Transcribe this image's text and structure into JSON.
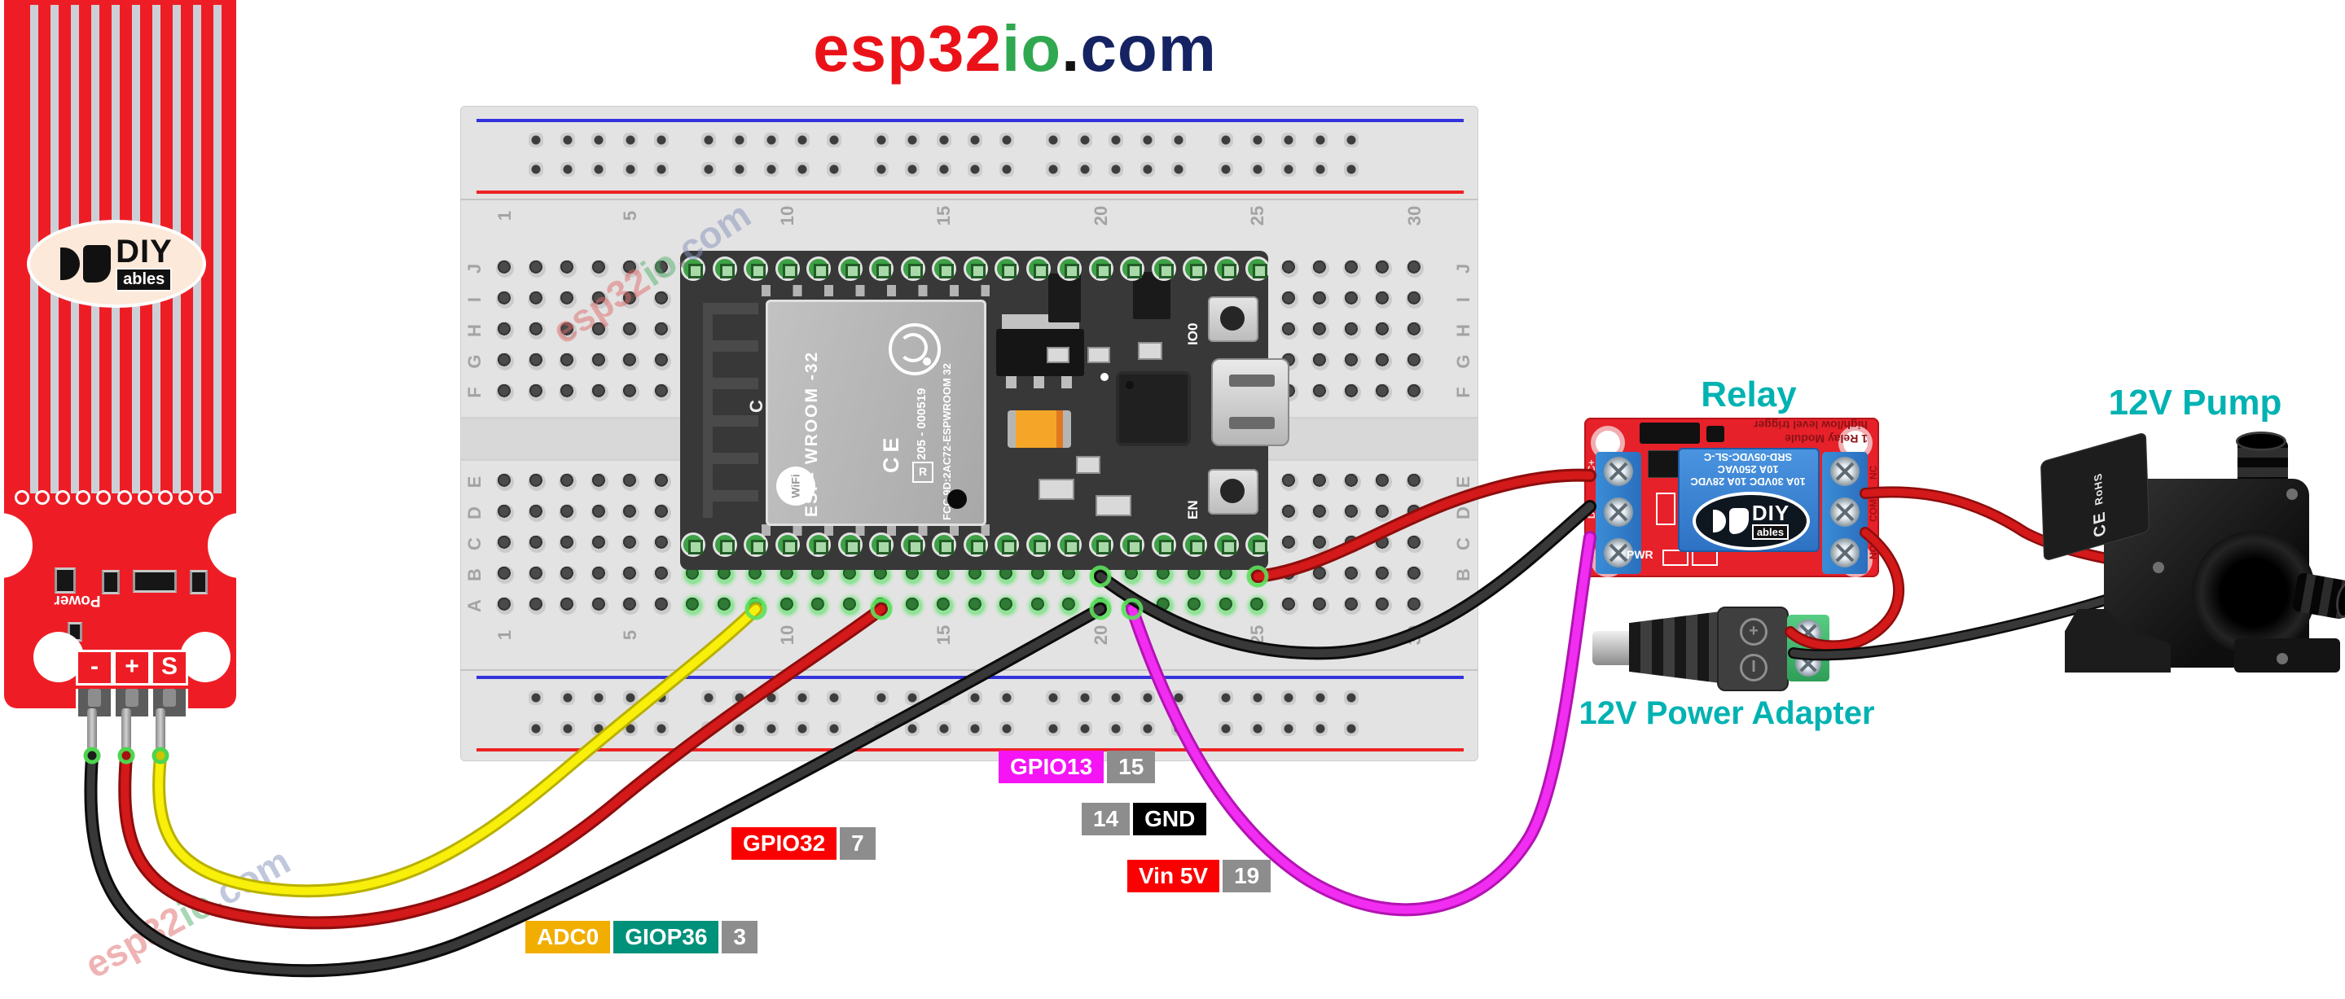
{
  "title": {
    "brand_red": "esp32",
    "brand_green": "io",
    "dot": ".",
    "domain": "com"
  },
  "watermark": {
    "brand_red": "esp32",
    "brand_green": "io",
    "dot": ".",
    "domain": "com"
  },
  "water_sensor": {
    "brand_top": "DIY",
    "brand_bottom": "ables",
    "power_label": "Power",
    "pins": [
      "-",
      "+",
      "S"
    ]
  },
  "breadboard": {
    "top_row_letters": [
      "J",
      "I",
      "H",
      "G",
      "F"
    ],
    "bottom_row_letters": [
      "E",
      "D",
      "C",
      "B",
      "A"
    ],
    "column_numbers": [
      "1",
      "5",
      "10",
      "15",
      "20",
      "25",
      "30"
    ]
  },
  "esp32_board": {
    "module_name": "ESP- WROOM -32",
    "wifi_badge": "WiFi",
    "ce_mark": "CE",
    "serial_number": "205 - 000519",
    "fcc_id": "FCC 9D:2AC72-ESPWROOM 32",
    "r_mark": "R",
    "antenna_label": "C",
    "boot_button": "IO0",
    "enable_button": "EN"
  },
  "relay_module": {
    "title": "Relay",
    "silk_line1": "1 Relay Module",
    "silk_line2": "high/low level trigger",
    "relay_cube_lines": [
      "SRD-05VDC-SL-C",
      "10A 250VAC",
      "10A 30VDC 10A 28VDC"
    ],
    "brand_top": "DIY",
    "brand_bottom": "ables",
    "input_terminals": [
      "DC+",
      "DC-",
      "IN"
    ],
    "output_terminals": [
      "NC",
      "COM",
      "NO"
    ],
    "pwr_label": "PWR"
  },
  "power_adapter": {
    "label": "12V Power Adapter",
    "plus_mark": "+",
    "on_mark": "I"
  },
  "pump": {
    "label": "12V Pump",
    "sticker_line1": "CE",
    "sticker_line2": "RoHS"
  },
  "pin_annotations": [
    {
      "id": "gpio13",
      "chips": [
        {
          "text": "GPIO13",
          "bg": "#f414f4",
          "fg": "#ffffff"
        },
        {
          "text": "15",
          "bg": "#8d8d8d",
          "fg": "#ffffff"
        }
      ]
    },
    {
      "id": "gnd14",
      "chips": [
        {
          "text": "14",
          "bg": "#8d8d8d",
          "fg": "#ffffff"
        },
        {
          "text": "GND",
          "bg": "#000000",
          "fg": "#ffffff"
        }
      ]
    },
    {
      "id": "gpio32",
      "chips": [
        {
          "text": "GPIO32",
          "bg": "#fb0000",
          "fg": "#ffffff"
        },
        {
          "text": "7",
          "bg": "#8d8d8d",
          "fg": "#ffffff"
        }
      ]
    },
    {
      "id": "vin5v",
      "chips": [
        {
          "text": "Vin 5V",
          "bg": "#fb0000",
          "fg": "#ffffff"
        },
        {
          "text": "19",
          "bg": "#8d8d8d",
          "fg": "#ffffff"
        }
      ]
    },
    {
      "id": "adc0",
      "chips": [
        {
          "text": "ADC0",
          "bg": "#f2ae00",
          "fg": "#ffffff"
        },
        {
          "text": "GIOP36",
          "bg": "#00917a",
          "fg": "#ffffff"
        },
        {
          "text": "3",
          "bg": "#8d8d8d",
          "fg": "#ffffff"
        }
      ]
    }
  ],
  "colors": {
    "accent_cyan": "#00b2b2",
    "title_red": "#ea1218",
    "title_green": "#2fa84f",
    "title_navy": "#152363",
    "wire_yellow": "#f8ef0a",
    "wire_red": "#d31919",
    "wire_black": "#383838",
    "wire_magenta": "#f12df1",
    "sensor_pcb": "#ee1d25",
    "relay_pcb": "#e62129",
    "breadboard": "#e3e3e3",
    "pin_green": "#3da045"
  }
}
